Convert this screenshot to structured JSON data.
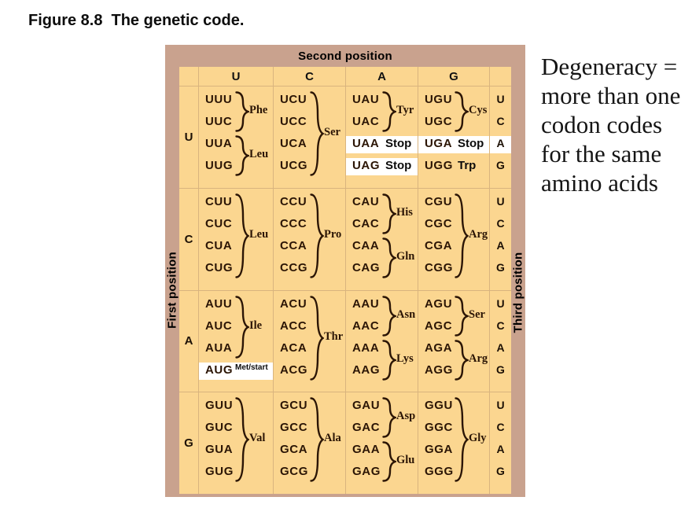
{
  "title": {
    "figure_label": "Figure 8.8",
    "caption": "The genetic code."
  },
  "annotation": {
    "lines": [
      "Degeneracy =",
      "more than one",
      "codon codes",
      "for the same",
      "amino acids"
    ]
  },
  "table": {
    "second_position_label": "Second position",
    "first_position_label": "First position",
    "third_position_label": "Third position",
    "column_headers": [
      "U",
      "C",
      "A",
      "G"
    ],
    "colors": {
      "outer_bg": "#c9a28e",
      "inner_bg": "#fbd690",
      "grid": "#d9b47e",
      "text": "#2b1505",
      "highlight": "#ffffff"
    },
    "blocks": [
      {
        "first": "U",
        "cells": [
          {
            "codons": [
              {
                "t": "UUU"
              },
              {
                "t": "UUC"
              },
              {
                "t": "UUA"
              },
              {
                "t": "UUG"
              }
            ],
            "groups": [
              {
                "from": 0,
                "to": 1,
                "label": "Phe"
              },
              {
                "from": 2,
                "to": 3,
                "label": "Leu"
              }
            ]
          },
          {
            "codons": [
              {
                "t": "UCU"
              },
              {
                "t": "UCC"
              },
              {
                "t": "UCA"
              },
              {
                "t": "UCG"
              }
            ],
            "groups": [
              {
                "from": 0,
                "to": 3,
                "label": "Ser"
              }
            ]
          },
          {
            "codons": [
              {
                "t": "UAU"
              },
              {
                "t": "UAC"
              },
              {
                "t": "UAA",
                "highlight": true,
                "inline": "Stop"
              },
              {
                "t": "UAG",
                "highlight": true,
                "inline": "Stop"
              }
            ],
            "groups": [
              {
                "from": 0,
                "to": 1,
                "label": "Tyr"
              }
            ]
          },
          {
            "codons": [
              {
                "t": "UGU"
              },
              {
                "t": "UGC"
              },
              {
                "t": "UGA",
                "highlight": true,
                "inline": "Stop"
              },
              {
                "t": "UGG",
                "inline": "Trp"
              }
            ],
            "groups": [
              {
                "from": 0,
                "to": 1,
                "label": "Cys"
              }
            ]
          }
        ],
        "third": [
          {
            "letter": "U"
          },
          {
            "letter": "C"
          },
          {
            "letter": "A",
            "highlight": true
          },
          {
            "letter": "G"
          }
        ]
      },
      {
        "first": "C",
        "cells": [
          {
            "codons": [
              {
                "t": "CUU"
              },
              {
                "t": "CUC"
              },
              {
                "t": "CUA"
              },
              {
                "t": "CUG"
              }
            ],
            "groups": [
              {
                "from": 0,
                "to": 3,
                "label": "Leu"
              }
            ]
          },
          {
            "codons": [
              {
                "t": "CCU"
              },
              {
                "t": "CCC"
              },
              {
                "t": "CCA"
              },
              {
                "t": "CCG"
              }
            ],
            "groups": [
              {
                "from": 0,
                "to": 3,
                "label": "Pro"
              }
            ]
          },
          {
            "codons": [
              {
                "t": "CAU"
              },
              {
                "t": "CAC"
              },
              {
                "t": "CAA"
              },
              {
                "t": "CAG"
              }
            ],
            "groups": [
              {
                "from": 0,
                "to": 1,
                "label": "His"
              },
              {
                "from": 2,
                "to": 3,
                "label": "Gln"
              }
            ]
          },
          {
            "codons": [
              {
                "t": "CGU"
              },
              {
                "t": "CGC"
              },
              {
                "t": "CGA"
              },
              {
                "t": "CGG"
              }
            ],
            "groups": [
              {
                "from": 0,
                "to": 3,
                "label": "Arg"
              }
            ]
          }
        ],
        "third": [
          {
            "letter": "U"
          },
          {
            "letter": "C"
          },
          {
            "letter": "A"
          },
          {
            "letter": "G"
          }
        ]
      },
      {
        "first": "A",
        "cells": [
          {
            "codons": [
              {
                "t": "AUU"
              },
              {
                "t": "AUC"
              },
              {
                "t": "AUA"
              },
              {
                "t": "AUG",
                "highlight": true,
                "inline": "Met/start",
                "small": true
              }
            ],
            "groups": [
              {
                "from": 0,
                "to": 2,
                "label": "Ile"
              }
            ]
          },
          {
            "codons": [
              {
                "t": "ACU"
              },
              {
                "t": "ACC"
              },
              {
                "t": "ACA"
              },
              {
                "t": "ACG"
              }
            ],
            "groups": [
              {
                "from": 0,
                "to": 3,
                "label": "Thr"
              }
            ]
          },
          {
            "codons": [
              {
                "t": "AAU"
              },
              {
                "t": "AAC"
              },
              {
                "t": "AAA"
              },
              {
                "t": "AAG"
              }
            ],
            "groups": [
              {
                "from": 0,
                "to": 1,
                "label": "Asn"
              },
              {
                "from": 2,
                "to": 3,
                "label": "Lys"
              }
            ]
          },
          {
            "codons": [
              {
                "t": "AGU"
              },
              {
                "t": "AGC"
              },
              {
                "t": "AGA"
              },
              {
                "t": "AGG"
              }
            ],
            "groups": [
              {
                "from": 0,
                "to": 1,
                "label": "Ser"
              },
              {
                "from": 2,
                "to": 3,
                "label": "Arg"
              }
            ]
          }
        ],
        "third": [
          {
            "letter": "U"
          },
          {
            "letter": "C"
          },
          {
            "letter": "A"
          },
          {
            "letter": "G"
          }
        ]
      },
      {
        "first": "G",
        "cells": [
          {
            "codons": [
              {
                "t": "GUU"
              },
              {
                "t": "GUC"
              },
              {
                "t": "GUA"
              },
              {
                "t": "GUG"
              }
            ],
            "groups": [
              {
                "from": 0,
                "to": 3,
                "label": "Val"
              }
            ]
          },
          {
            "codons": [
              {
                "t": "GCU"
              },
              {
                "t": "GCC"
              },
              {
                "t": "GCA"
              },
              {
                "t": "GCG"
              }
            ],
            "groups": [
              {
                "from": 0,
                "to": 3,
                "label": "Ala"
              }
            ]
          },
          {
            "codons": [
              {
                "t": "GAU"
              },
              {
                "t": "GAC"
              },
              {
                "t": "GAA"
              },
              {
                "t": "GAG"
              }
            ],
            "groups": [
              {
                "from": 0,
                "to": 1,
                "label": "Asp"
              },
              {
                "from": 2,
                "to": 3,
                "label": "Glu"
              }
            ]
          },
          {
            "codons": [
              {
                "t": "GGU"
              },
              {
                "t": "GGC"
              },
              {
                "t": "GGA"
              },
              {
                "t": "GGG"
              }
            ],
            "groups": [
              {
                "from": 0,
                "to": 3,
                "label": "Gly"
              }
            ]
          }
        ],
        "third": [
          {
            "letter": "U"
          },
          {
            "letter": "C"
          },
          {
            "letter": "A"
          },
          {
            "letter": "G"
          }
        ]
      }
    ]
  }
}
